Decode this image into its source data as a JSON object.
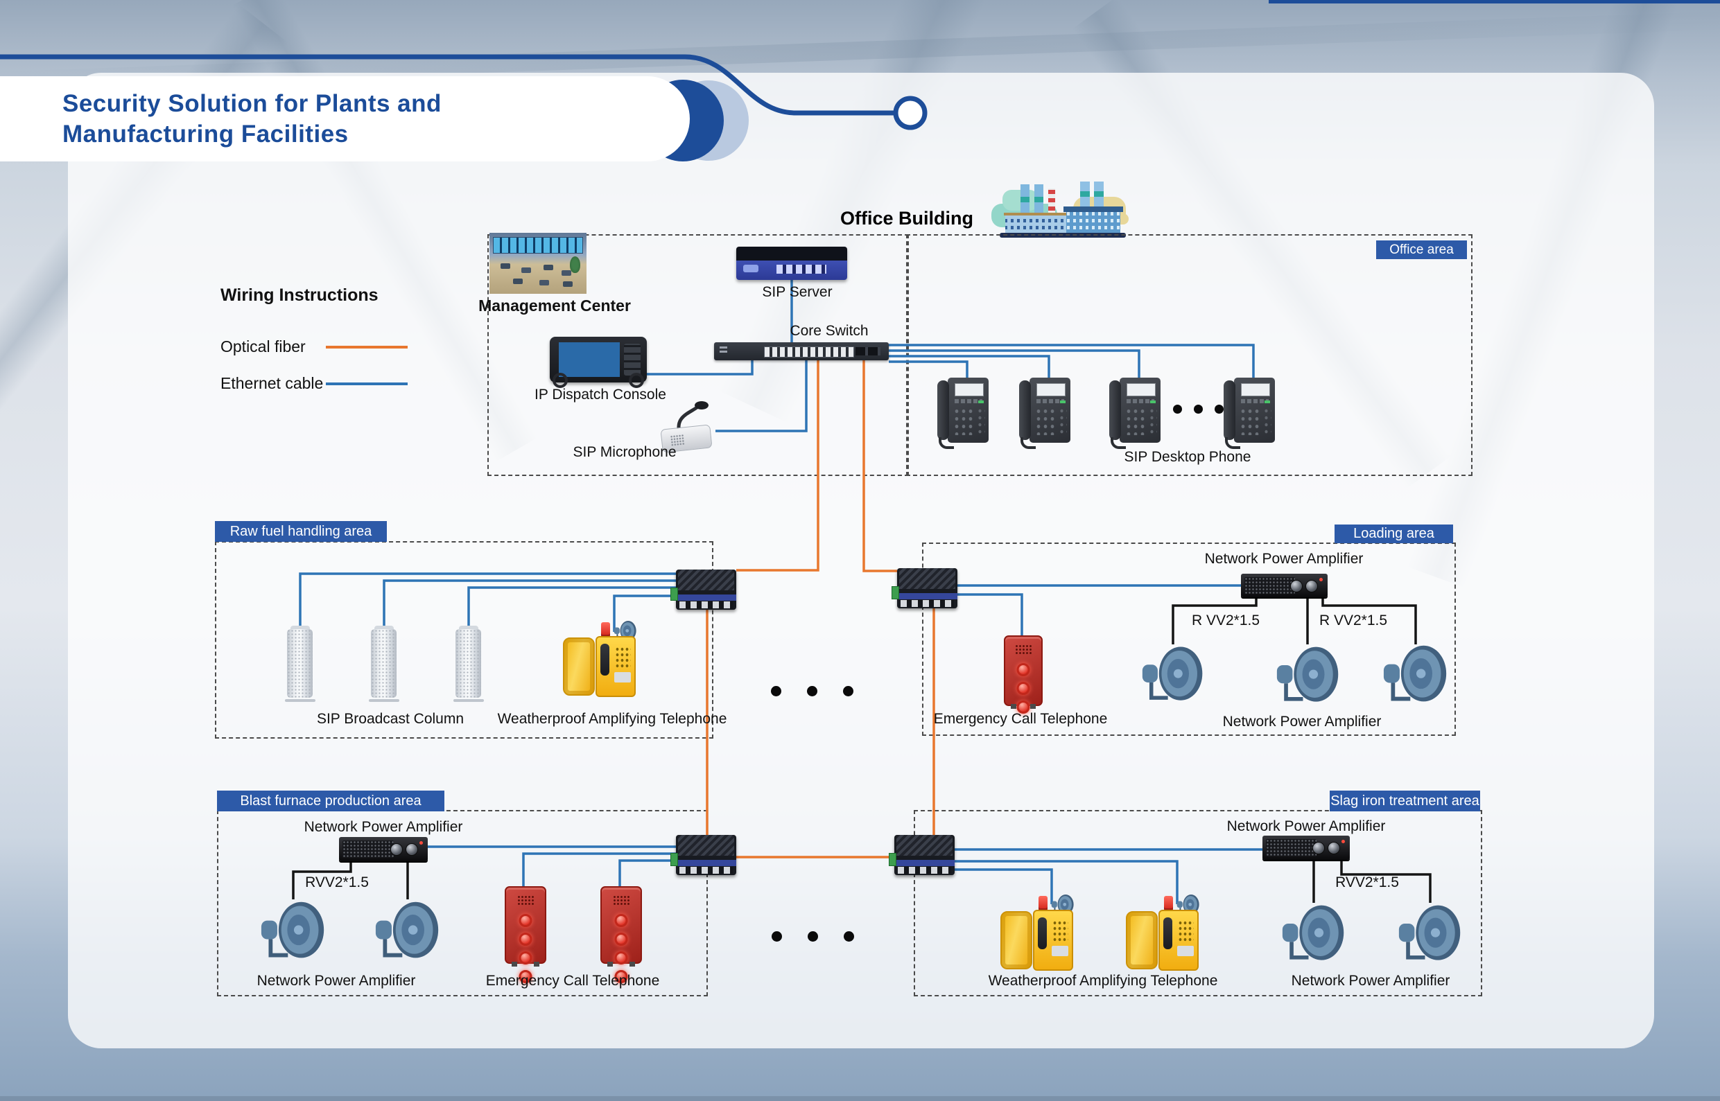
{
  "page": {
    "title_line1": "Security Solution for Plants and",
    "title_line2": "Manufacturing Facilities"
  },
  "legend": {
    "heading": "Wiring Instructions",
    "optical": {
      "label": "Optical fiber",
      "color": "#e8772e"
    },
    "ethernet": {
      "label": "Ethernet cable",
      "color": "#2e74b5"
    }
  },
  "building": {
    "label": "Office Building"
  },
  "tags": {
    "office": "Office area",
    "raw_fuel": "Raw fuel handling area",
    "loading": "Loading area",
    "blast": "Blast furnace production area",
    "slag": "Slag iron treatment area"
  },
  "devices": {
    "management_center": "Management Center",
    "sip_server": "SIP Server",
    "core_switch": "Core Switch",
    "ip_dispatch_console": "IP Dispatch Console",
    "sip_microphone": "SIP Microphone",
    "sip_desktop_phone": "SIP Desktop Phone",
    "sip_broadcast_column": "SIP Broadcast Column",
    "weatherproof_phone": "Weatherproof Amplifying Telephone",
    "emergency_phone": "Emergency Call Telephone",
    "network_power_amplifier": "Network Power Amplifier"
  },
  "cables": {
    "rvv_spaced": "R VV2*1.5",
    "rvv": "RVV2*1.5"
  },
  "colors": {
    "accent_navy": "#1d4d99",
    "optical_fiber": "#e8772e",
    "ethernet_cable": "#2e74b5",
    "tag_background": "#2d5aa8"
  }
}
